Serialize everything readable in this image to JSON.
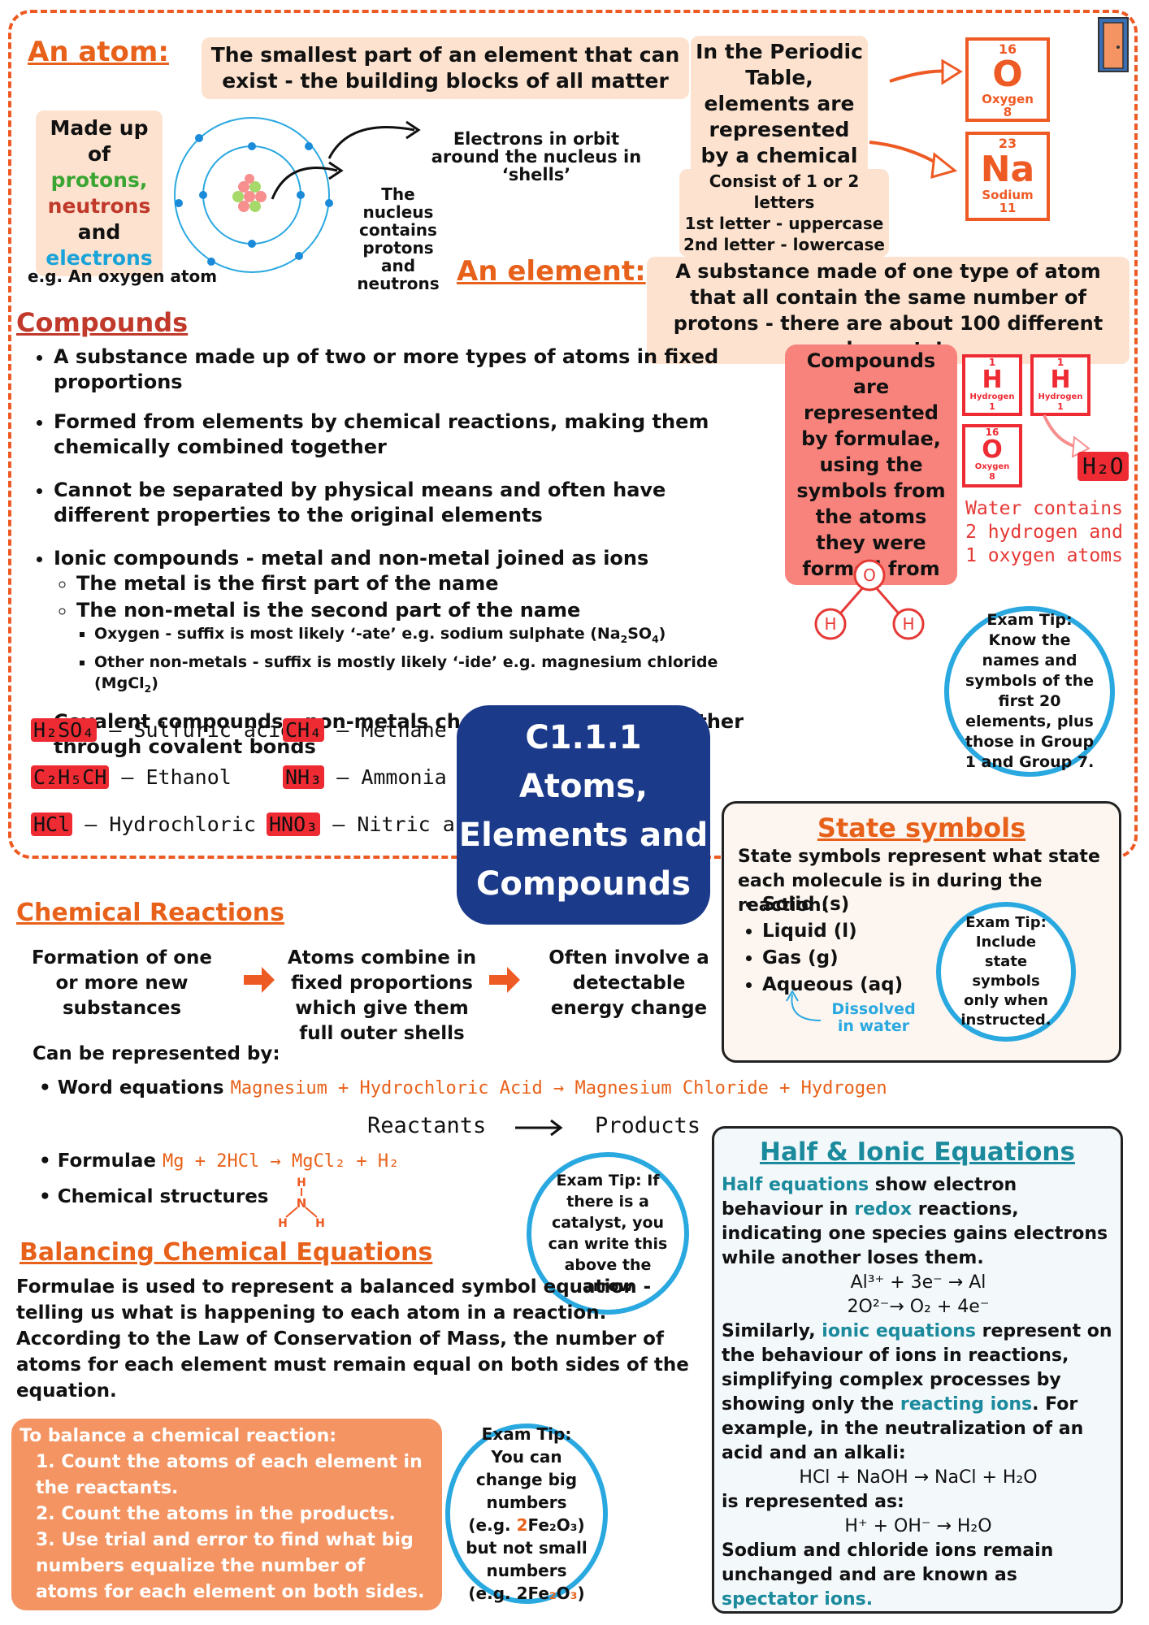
{
  "atom": {
    "heading": "An atom:",
    "definition": "The smallest part of an element that can exist - the building blocks of all matter",
    "made_up_of_prefix": "Made up of",
    "protons": "protons,",
    "neutrons": "neutrons",
    "and": "and",
    "electrons": "electrons",
    "example": "e.g. An oxygen atom",
    "electrons_label": "Electrons in orbit around the nucleus in ‘shells’",
    "nucleus_label": "The nucleus contains protons and neutrons"
  },
  "periodic": {
    "text": "In the Periodic Table, elements are represented by a chemical symbol",
    "rules": [
      "Consist of 1 or 2 letters",
      "1st letter - uppercase",
      "2nd letter - lowercase"
    ],
    "oxygen_tile": {
      "mass": "16",
      "symbol": "O",
      "name": "Oxygen",
      "number": "8"
    },
    "sodium_tile": {
      "mass": "23",
      "symbol": "Na",
      "name": "Sodium",
      "number": "11"
    }
  },
  "element": {
    "heading": "An element:",
    "definition": "A substance made of one type of atom that all contain the same number of protons - there are about 100 different elements!"
  },
  "compounds": {
    "heading": "Compounds",
    "b1": "A substance made up of two or more types of atoms in fixed proportions",
    "b2": "Formed from elements by chemical reactions, making them chemically combined together",
    "b3": "Cannot be separated by physical means and often have different properties to the original elements",
    "b4": "Ionic compounds - metal and non-metal joined as ions",
    "b4_s1": "The metal is the first part of the name",
    "b4_s2": "The non-metal is the second part of the name",
    "b4_ss1_text": "Oxygen - suffix is most likely ‘-ate’ e.g. sodium sulphate (Na",
    "b4_ss2_text": "Other non-metals - suffix is mostly likely ‘-ide’ e.g. magnesium chloride (MgCl",
    "b5": "Covalent compounds - non-metals chemically bonded together through covalent bonds",
    "represented": "Compounds are represented by formulae, using the symbols from the atoms they were formed from",
    "h_tile": {
      "mass": "1",
      "symbol": "H",
      "name": "Hydrogen",
      "number": "1"
    },
    "o_tile": {
      "mass": "16",
      "symbol": "O",
      "name": "Oxygen",
      "number": "8"
    },
    "h2o": "H₂O",
    "water_note": "Water contains 2 hydrogen and 1 oxygen atoms",
    "molecule_o": "O",
    "molecule_h": "H",
    "exam_tip": "Exam Tip: Know the names and symbols of the first 20 elements, plus those in Group 1 and Group 7.",
    "examples": [
      {
        "formula": "H₂SO₄",
        "name": "– Sulfuric acid"
      },
      {
        "formula": "C₂H₅CH",
        "name": "– Ethanol"
      },
      {
        "formula": "HCl",
        "name": "– Hydrochloric acid"
      },
      {
        "formula": "CH₄",
        "name": "– Methane"
      },
      {
        "formula": "NH₃",
        "name": "– Ammonia"
      },
      {
        "formula": "HNO₃",
        "name": "– Nitric acid"
      }
    ]
  },
  "title": {
    "line1": "C1.1.1",
    "line2": "Atoms,",
    "line3": "Elements and",
    "line4": "Compounds"
  },
  "state": {
    "heading": "State symbols",
    "intro": "State symbols represent what state each molecule is in during the reaction:",
    "items": [
      "Solid (s)",
      "Liquid (l)",
      "Gas (g)",
      "Aqueous (aq)"
    ],
    "dissolved": "Dissolved in water",
    "exam_tip": "Exam Tip: Include state symbols only when instructed."
  },
  "reactions": {
    "heading": "Chemical Reactions",
    "flow1": "Formation of one or more new substances",
    "flow2": "Atoms combine in fixed proportions which give them full outer shells",
    "flow3": "Often involve a detectable energy change",
    "represented_by": "Can be represented by:",
    "word_label": "Word equations",
    "word_eq": "Magnesium + Hydrochloric Acid → Magnesium Chloride + Hydrogen",
    "reactants": "Reactants",
    "products": "Products",
    "formulae_label": "Formulae",
    "formulae_eq": "Mg + 2HCl → MgCl₂ + H₂",
    "structures_label": "Chemical structures",
    "nh3_h": "H",
    "nh3_n": "N",
    "exam_tip": "Exam Tip: If there is a catalyst, you can write this above the arrow"
  },
  "balancing": {
    "heading": "Balancing Chemical Equations",
    "text": "Formulae is used to represent a balanced symbol equation - telling us what is happening to each atom in a reaction. According to the Law of Conservation of Mass, the number of atoms for each element must remain equal on both sides of the equation.",
    "steps_title": "To balance a chemical reaction:",
    "steps": [
      "1. Count the atoms of each element in the reactants.",
      "2. Count the atoms in the products.",
      "3. Use trial and error to find what big numbers equalize the number of atoms for each element on both sides."
    ],
    "exam_tip_prefix": "Exam Tip: You can change big numbers (e.g.",
    "exam_tip_big": "2",
    "exam_tip_fe": "Fe₂O₃) but not small numbers (e.g. 2Fe",
    "exam_tip_small2": "₂",
    "exam_tip_o": "O",
    "exam_tip_small3": "₃",
    "exam_tip_end": ")"
  },
  "half": {
    "heading": "Half & Ionic Equations",
    "half_eq_term": "Half equations",
    "t1": " show electron behaviour in ",
    "redox": "redox",
    "t2": " reactions, indicating one species gains electrons while another loses them.",
    "eq1": "Al³⁺ + 3e⁻ → Al",
    "eq2": "2O²⁻→ O₂ + 4e⁻",
    "t3": "Similarly, ",
    "ionic_term": "ionic equations",
    "t4": " represent on the behaviour of ions in reactions, simplifying complex processes by showing only the ",
    "reacting": "reacting ions",
    "t5": ". For example, in the neutralization of an acid and an alkali:",
    "eq3": "HCl + NaOH → NaCl + H₂O",
    "t6": "is represented as:",
    "eq4": "H⁺ + OH⁻ → H₂O",
    "t7": "Sodium and chloride ions remain unchanged and are known as ",
    "spectator": "spectator ions."
  },
  "colors": {
    "accent": "#e8611a",
    "teal": "#1a8a9c",
    "navy": "#1b3a8a",
    "tip_blue": "#2aa8e0",
    "red": "#ee2a33"
  }
}
